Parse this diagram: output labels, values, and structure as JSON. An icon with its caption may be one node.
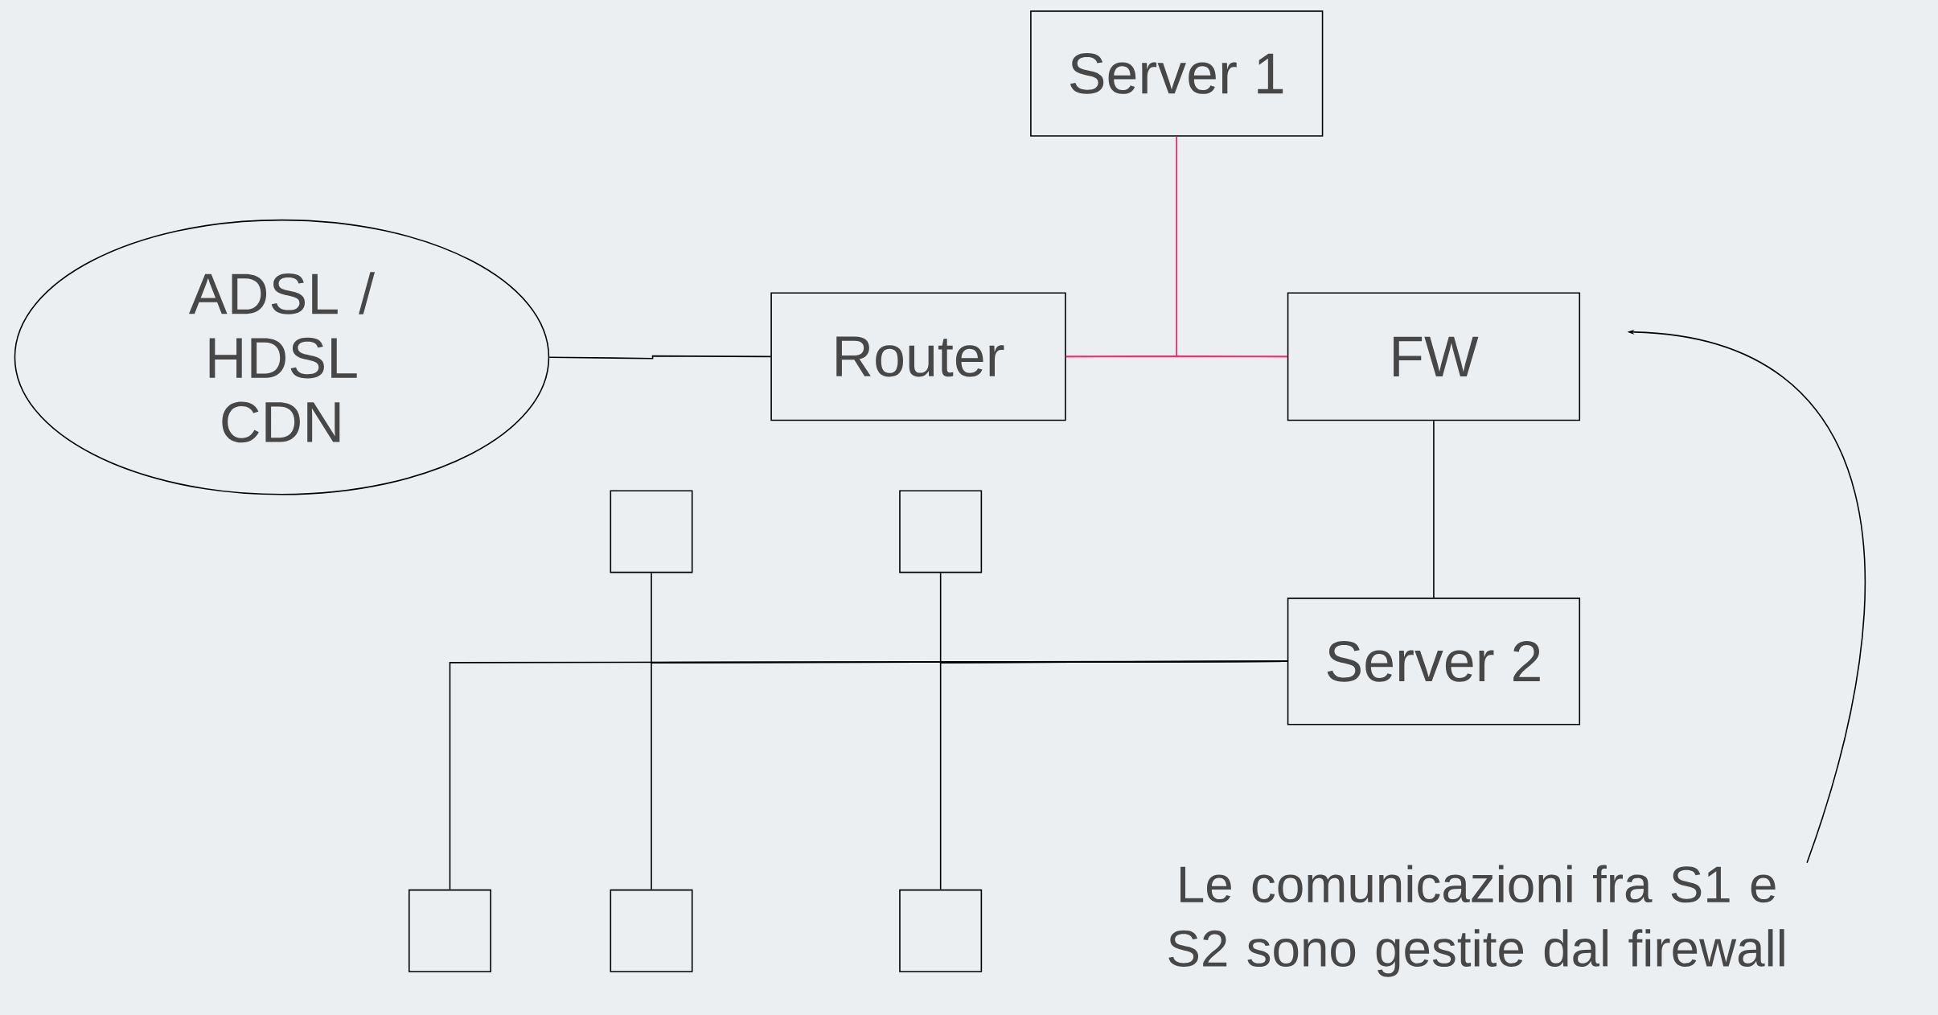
{
  "diagram": {
    "nodes": [
      {
        "text": [
          "Server 1"
        ]
      },
      {
        "text": [
          "ADSL / HDSL CDN"
        ]
      },
      {
        "text": [
          "Router"
        ]
      },
      {
        "text": [
          "FW"
        ]
      },
      {
        "text": [
          "Server 2"
        ]
      },
      {
        "text": [],
        "shape": "box"
      },
      {
        "text": [],
        "shape": "box"
      },
      {
        "text": [],
        "shape": "box"
      },
      {
        "text": [],
        "shape": "box"
      },
      {
        "text": [],
        "shape": "box"
      },
      {
        "text": [
          "Le comunicazioni fra S1 e S2 sono gestite dal firewall"
        ]
      }
    ],
    "edges": [
      {
        "from": 1,
        "to": 2,
        "arrow": "none"
      },
      {
        "from": 2,
        "to": 3,
        "arrow": "none",
        "color": "#e6336e"
      },
      {
        "from": 0,
        "to": 2,
        "arrow": "none",
        "color": "#e6336e"
      },
      {
        "from": 0,
        "to": 3,
        "arrow": "none",
        "color": "#e6336e"
      },
      {
        "from": 3,
        "to": 4,
        "arrow": "none"
      },
      {
        "from": 4,
        "to": 7,
        "arrow": "none"
      },
      {
        "from": 4,
        "to": 5,
        "arrow": "none"
      },
      {
        "from": 4,
        "to": 8,
        "arrow": "none"
      },
      {
        "from": 4,
        "to": 6,
        "arrow": "none"
      },
      {
        "from": 4,
        "to": 9,
        "arrow": "none"
      },
      {
        "from": 10,
        "to": 3,
        "arrow": "to"
      }
    ]
  }
}
